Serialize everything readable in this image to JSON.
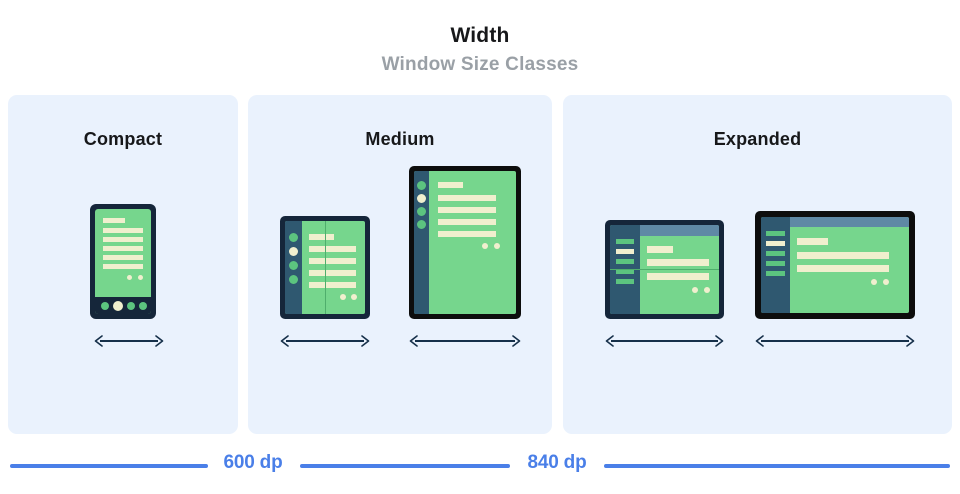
{
  "header": {
    "title": "Width",
    "subtitle": "Window Size Classes"
  },
  "colors": {
    "panel_bg": "#eaf2fd",
    "screen_green": "#76d68d",
    "content_cream": "#f0efce",
    "nav_rail": "#2f5870",
    "app_bar": "#5f89a5",
    "bezel_dark": "#15263a",
    "bezel_black": "#0d0d0d",
    "accent_blue": "#4a7fe8",
    "title_text": "#17181a",
    "subtitle_text": "#9aa0a6",
    "arrow": "#16304a"
  },
  "panels": [
    {
      "id": "compact",
      "label": "Compact",
      "devices": [
        {
          "name": "phone-portrait",
          "form": "phone",
          "orientation": "portrait"
        }
      ]
    },
    {
      "id": "medium",
      "label": "Medium",
      "devices": [
        {
          "name": "foldable-portrait",
          "form": "foldable",
          "orientation": "portrait"
        },
        {
          "name": "tablet-portrait",
          "form": "tablet",
          "orientation": "portrait"
        }
      ]
    },
    {
      "id": "expanded",
      "label": "Expanded",
      "devices": [
        {
          "name": "foldable-landscape",
          "form": "foldable",
          "orientation": "landscape"
        },
        {
          "name": "tablet-landscape",
          "form": "tablet",
          "orientation": "landscape"
        }
      ]
    }
  ],
  "scale": {
    "breakpoints": [
      {
        "label": "600 dp",
        "value": 600,
        "unit": "dp"
      },
      {
        "label": "840 dp",
        "value": 840,
        "unit": "dp"
      }
    ]
  }
}
